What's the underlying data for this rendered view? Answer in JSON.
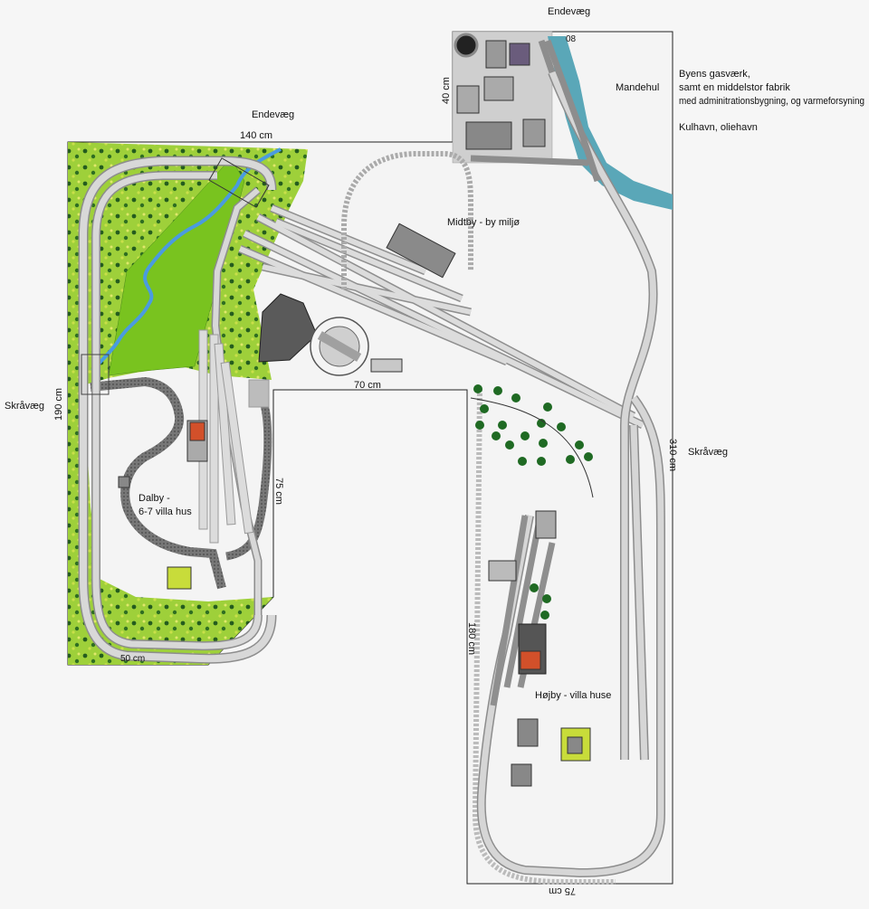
{
  "labels": {
    "wall_top": "Endevæg",
    "wall_left_top": "Endevæg",
    "wall_left": "Skråvæg",
    "wall_right": "Skråvæg",
    "dim_140": "140 cm",
    "dim_190": "190 cm",
    "dim_75_left": "75 cm",
    "dim_70": "70 cm",
    "dim_40": "40 cm",
    "dim_310": "310 cm",
    "dim_180": "180 cm",
    "dim_75_bottom": "75 cm",
    "dim_50": "50 cm",
    "dim_08": "08",
    "mandehul": "Mandehul",
    "midtby": "Midtby - by miljø",
    "dalby_1": "Dalby -",
    "dalby_2": "6-7 villa hus",
    "hojby": "Højby - villa huse",
    "info_1": "Byens gasværk,",
    "info_2": "samt en middelstor fabrik",
    "info_3": "med adminitrationsbygning, og varmeforsyning",
    "info_4": "Kulhavn, oliehavn"
  },
  "colors": {
    "background": "#f6f6f6",
    "grass": "#8ccc2a",
    "meadow": "#c8dc3a",
    "tree": "#1f5a1f",
    "water": "#5aa7b8",
    "track": "#9a9a9a",
    "track_fill": "#d0d0d0",
    "road": "#6e6e6e",
    "building_roof_red": "#d2502a",
    "outline": "#222222"
  }
}
